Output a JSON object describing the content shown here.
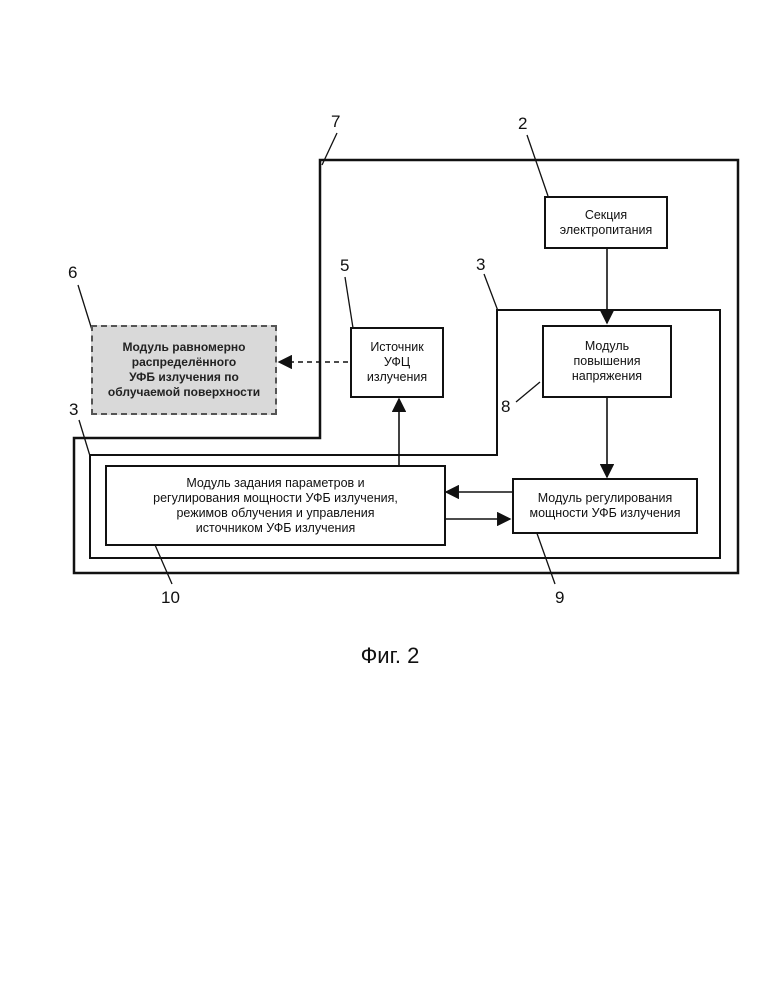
{
  "blocks": {
    "power_section": "Секция\nэлектропитания",
    "voltage_boost": "Модуль\nповышения\nнапряжения",
    "uvc_source": "Источник\nУФЦ\nизлучения",
    "uvb_distribution": "Модуль равномерно\nраспределённого\nУФБ излучения по\nоблучаемой поверхности",
    "control_module": "Модуль задания параметров и\nрегулирования мощности УФБ излучения,\nрежимов облучения и управления\nисточником УФБ излучения",
    "power_regulation": "Модуль регулирования\nмощности УФБ излучения"
  },
  "refs": {
    "r2": "2",
    "r7": "7",
    "r6": "6",
    "r5": "5",
    "r3_top": "3",
    "r3_left": "3",
    "r8": "8",
    "r10": "10",
    "r9": "9"
  },
  "caption": "Фиг. 2"
}
